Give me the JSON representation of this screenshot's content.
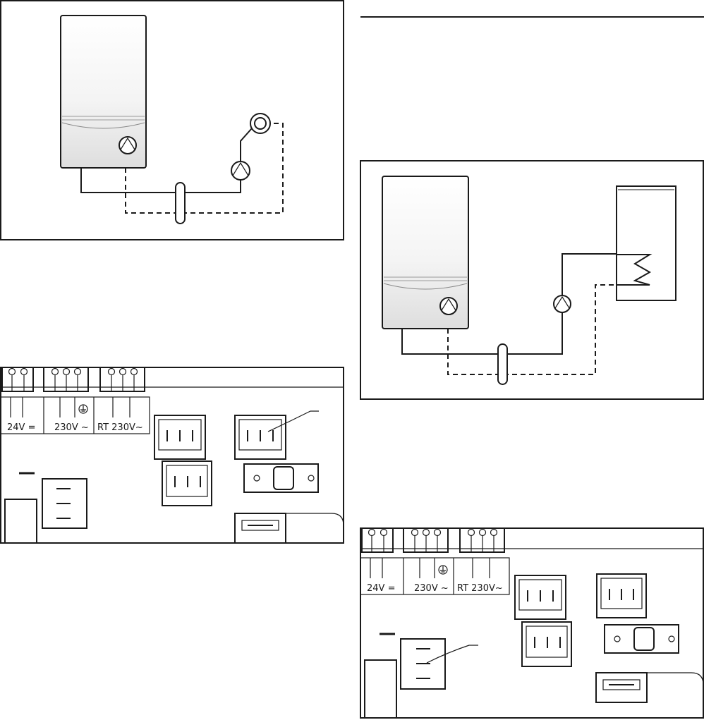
{
  "terminal_labels": {
    "low_voltage": "24V =",
    "mains": "230V ~",
    "room_thermostat": "RT 230V~"
  }
}
